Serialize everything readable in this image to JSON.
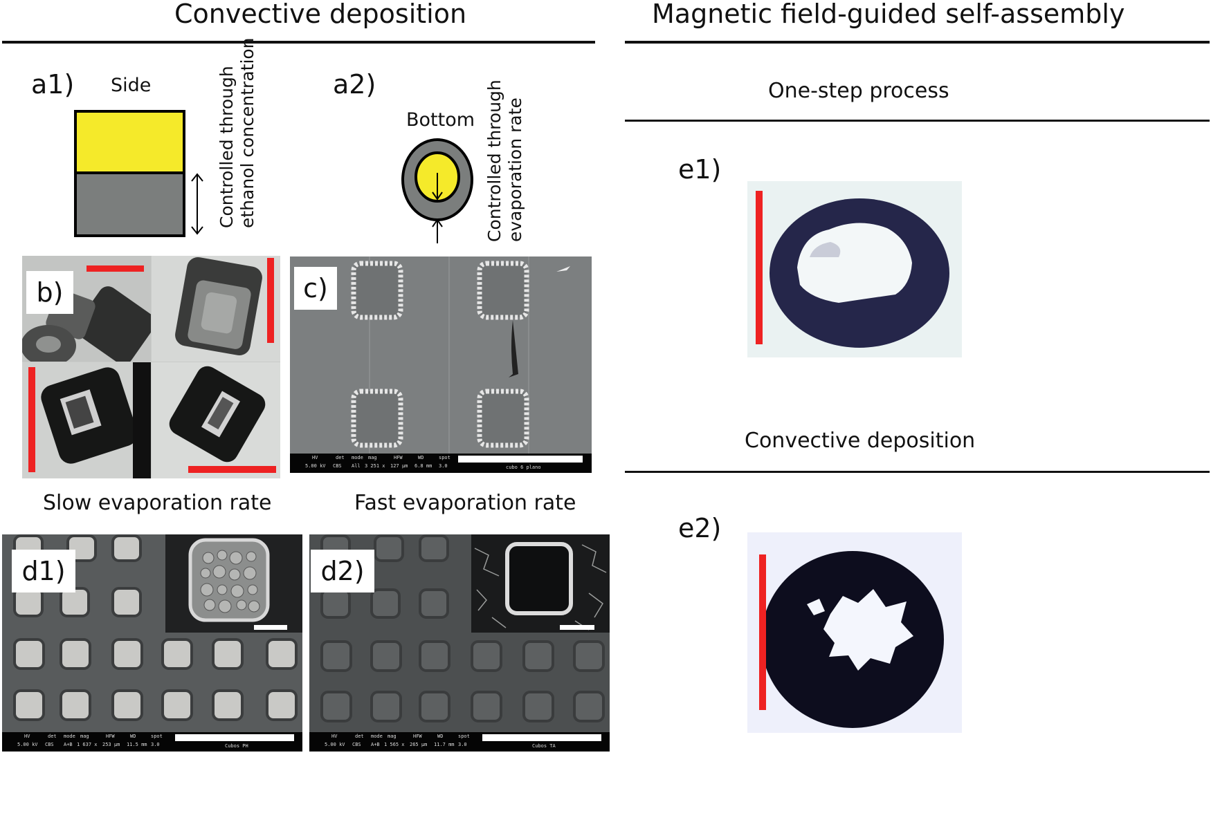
{
  "headers": {
    "left": "Convective deposition",
    "right": "Magnetic field-guided self-assembly"
  },
  "panels": {
    "a1": {
      "label": "a1)",
      "view": "Side",
      "note_line1": "Controlled through",
      "note_line2": "ethanol concentration"
    },
    "a2": {
      "label": "a2)",
      "view": "Bottom",
      "note_line1": "Controlled through",
      "note_line2": "evaporation rate"
    },
    "b": {
      "label": "b)"
    },
    "c": {
      "label": "c)",
      "info_keys": [
        "HV",
        "det",
        "mode",
        "mag",
        "HFW",
        "WD",
        "spot"
      ],
      "info_vals": [
        "5.00 kV",
        "CBS",
        "All",
        "3 251 x",
        "127 µm",
        "6.8 mm",
        "3.0"
      ],
      "caption": "cubo 6 plano"
    },
    "d1": {
      "label": "d1)",
      "title": "Slow evaporation rate",
      "info_keys": [
        "HV",
        "det",
        "mode",
        "mag",
        "HFW",
        "WD",
        "spot"
      ],
      "info_vals": [
        "5.00 kV",
        "CBS",
        "A+B",
        "1 637 x",
        "253 µm",
        "11.5 mm",
        "3.0"
      ],
      "caption": "Cubos PH"
    },
    "d2": {
      "label": "d2)",
      "title": "Fast evaporation rate",
      "info_keys": [
        "HV",
        "det",
        "mode",
        "mag",
        "HFW",
        "WD",
        "spot"
      ],
      "info_vals": [
        "5.00 kV",
        "CBS",
        "A+B",
        "1 565 x",
        "265 µm",
        "11.7 mm",
        "3.0"
      ],
      "caption": "Cubos TA"
    },
    "e1": {
      "label": "e1)",
      "title": "One-step process"
    },
    "e2": {
      "label": "e2)",
      "title": "Convective deposition"
    }
  },
  "colors": {
    "yellow": "#f5ea2a",
    "gray": "#7b7e7d",
    "scale_bar": "#ee2222",
    "ring": "#1e1f45"
  }
}
